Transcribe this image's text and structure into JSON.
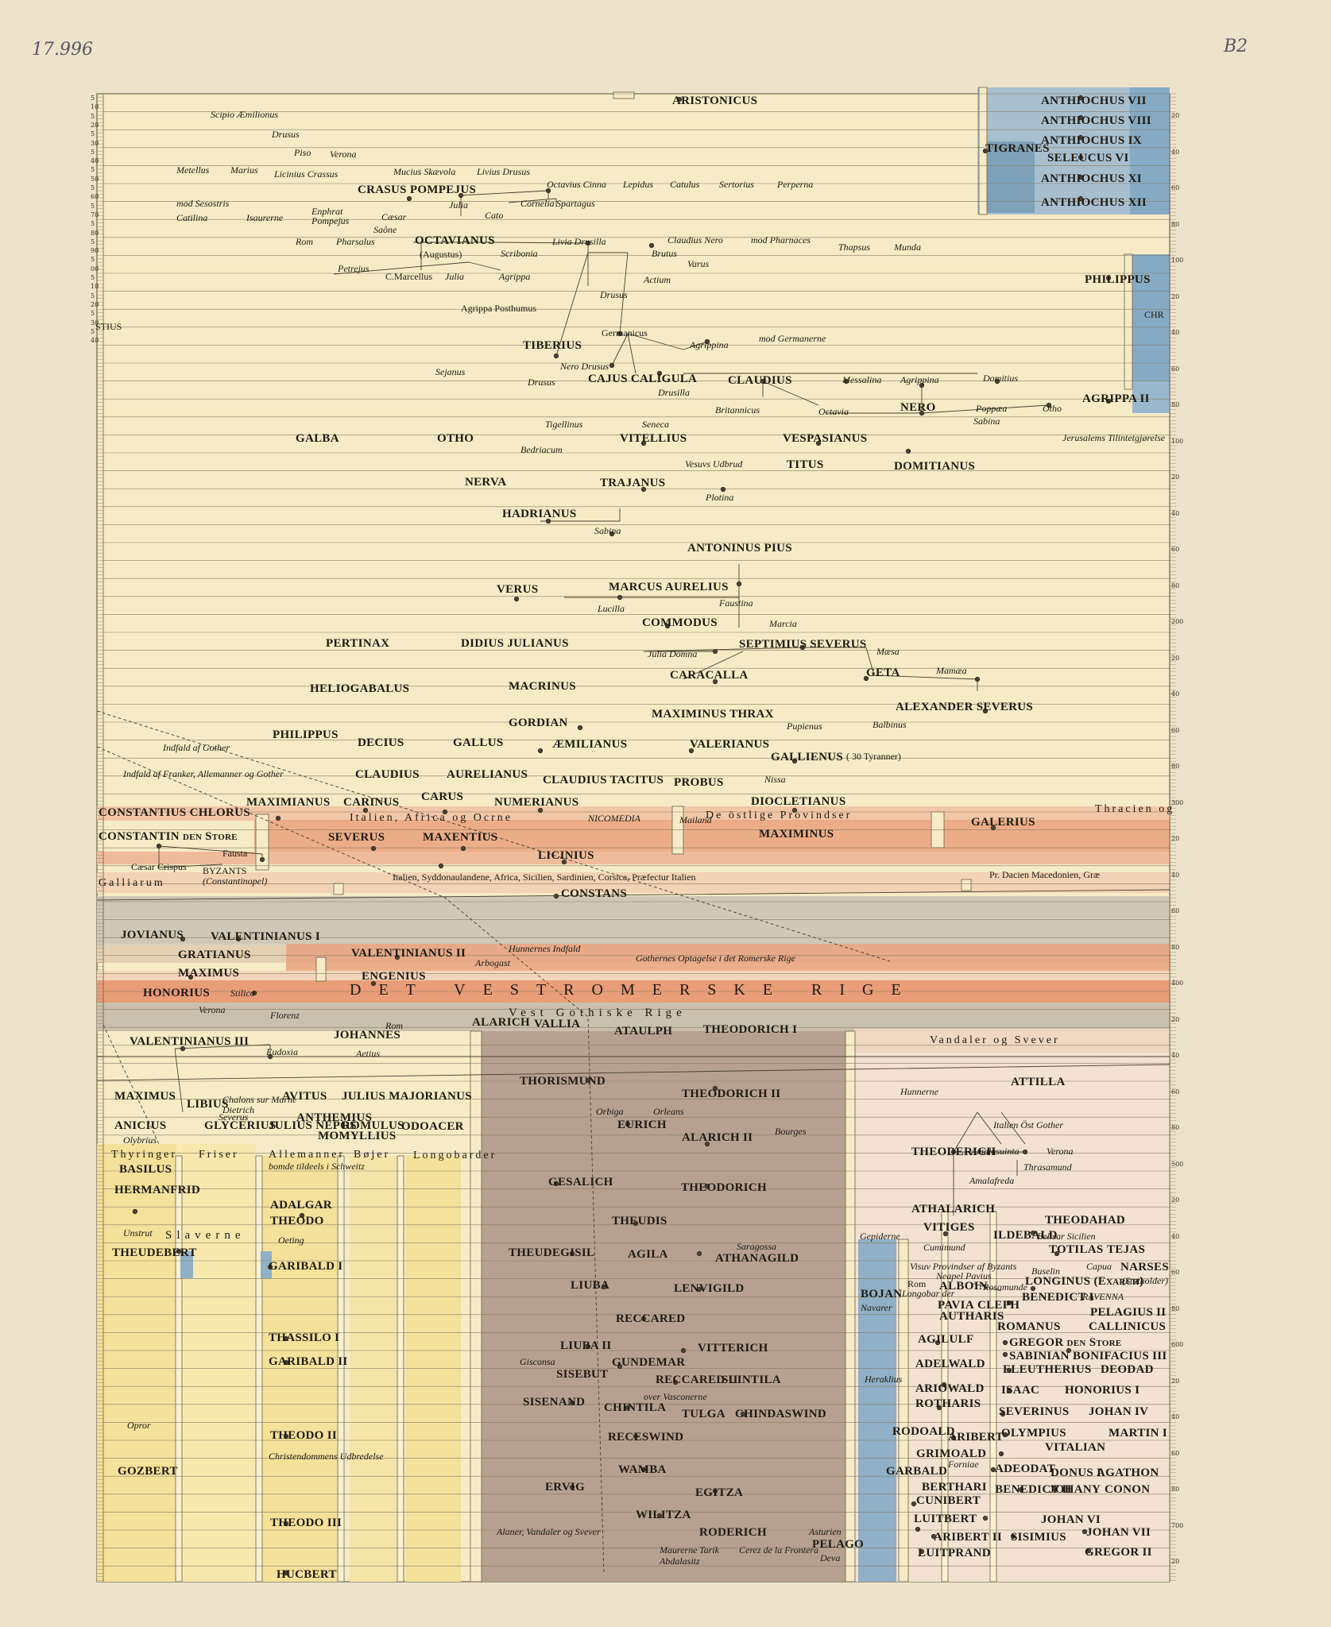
{
  "corner_marks": {
    "left": "17.996",
    "right": "B2"
  },
  "colors": {
    "paper": "#ede3cb",
    "roman": "#f6ebc6",
    "east": "#e9a27c",
    "west_light": "#f2cfae",
    "grey": "#c9c1ad",
    "yellow": "#f4e19a",
    "visigoth": "#b7a090",
    "blue": "#8fb0c6",
    "east_goth": "#f3e2d2",
    "ink": "#1e1a12"
  },
  "labels": {
    "aristonicus": "ARISTONICUS",
    "scipio": "Scipio Æmilionus",
    "drusus_1": "Drusus",
    "piso": "Piso",
    "verona_1": "Verona",
    "metellus": "Metellus",
    "marius": "Marius",
    "licinius_crassus": "Licinius Crassus",
    "mucius": "Mucius Skævola",
    "livius_drusus": "Livius Drusus",
    "crasus_pompejus": "CRASUS POMPEJUS",
    "octavius_cinna": "Octavius Cinna",
    "lepidus": "Lepidus",
    "catulus": "Catulus",
    "sertorius": "Sertorius",
    "perperna": "Perperna",
    "mod_sesostris": "mod Sesostris",
    "catilina": "Catilina",
    "isaurerne": "Isaurerne",
    "enphrat": "Enphrat",
    "pompejus": "Pompejus",
    "julia_1": "Julia",
    "cato": "Cato",
    "cornelia": "Cornelia",
    "spartagus": "Spartagus",
    "caesar": "Cæsar",
    "saone": "Saône",
    "rom_1": "Rom",
    "pharsalus": "Pharsalus",
    "octavianus": "OCTAVIANUS",
    "augustus": "(Augustus)",
    "scribonia": "Scribonia",
    "livia_drusilla": "Livia Drusilla",
    "claudius_nero": "Claudius Nero",
    "mod_pharnaces": "mod Pharnaces",
    "thapsus": "Thapsus",
    "munda": "Munda",
    "brutus": "Brutus",
    "varus": "Varus",
    "petrejus": "Petrejus",
    "c_marcellus": "C.Marcellus",
    "julia_2": "Julia",
    "agrippa": "Agrippa",
    "actium": "Actium",
    "drusus_2": "Drusus",
    "agrippa_posthumus": "Agrippa Posthumus",
    "germanicus": "Germanicus",
    "tiberius": "TIBERIUS",
    "agrippina_1": "Agrippina",
    "mod_germanerne": "mod Germanerne",
    "sejanus": "Sejanus",
    "nero_drusus": "Nero Drusus",
    "drusus_3": "Drusus",
    "cajus_caligula": "CAJUS CALIGULA",
    "drusilla": "Drusilla",
    "claudius": "CLAUDIUS",
    "messalina": "Messalina",
    "agrippina_2": "Agrippina",
    "domitius": "Domitius",
    "britannicus": "Britannicus",
    "octavia": "Octavia",
    "nero": "NERO",
    "poppaea": "Poppæa",
    "sabina_1": "Sabina",
    "otho_1": "Otho",
    "agrippa_ii": "AGRIPPA II",
    "tigellinus": "Tigellinus",
    "seneca": "Seneca",
    "galba": "GALBA",
    "otho_2": "OTHO",
    "bedriacum": "Bedriacum",
    "vitellius": "VITELLIUS",
    "vespasianus": "VESPASIANUS",
    "jerusalem": "Jerusalems Tilintetgjørelse",
    "vesuv": "Vesuvs Udbrud",
    "titus": "TITUS",
    "domitianus": "DOMITIANUS",
    "nerva": "NERVA",
    "trajanus": "TRAJANUS",
    "plotina": "Plotina",
    "hadrianus": "HADRIANUS",
    "sabina_2": "Sabina",
    "antoninus_pius": "ANTONINUS PIUS",
    "verus": "VERUS",
    "marcus_aurelius": "MARCUS AURELIUS",
    "lucilla": "Lucilla",
    "faustina": "Faustina",
    "commodus": "COMMODUS",
    "marcia": "Marcia",
    "pertinax": "PERTINAX",
    "didius": "DIDIUS JULIANUS",
    "julia_domna": "Julia Domna",
    "septimius": "SEPTIMIUS SEVERUS",
    "maesa": "Mæsa",
    "caracalla": "CARACALLA",
    "geta": "GETA",
    "mamaea": "Mamæa",
    "heliogabalus": "HELIOGABALUS",
    "macrinus": "MACRINUS",
    "alexander_severus": "ALEXANDER SEVERUS",
    "gordian": "GORDIAN",
    "maximinus_thrax": "MAXIMINUS THRAX",
    "pupienus": "Pupienus",
    "balbinus": "Balbinus",
    "philippus_1": "PHILIPPUS",
    "decius": "DECIUS",
    "gallus": "GALLUS",
    "aemilianus": "ÆMILIANUS",
    "valerianus": "VALERIANUS",
    "gallienus": "GALLIENUS",
    "tyranner": "( 30 Tyranner)",
    "indfald_gother": "Indfald af Gother",
    "indfald_franker": "Indfald af Franker, Allemanner og Gother",
    "claudius_2": "CLAUDIUS",
    "aurelianus": "AURELIANUS",
    "claudius_tacitus": "CLAUDIUS TACITUS",
    "probus": "PROBUS",
    "nissa": "Nissa",
    "constantius": "CONSTANTIUS CHLORUS",
    "maximianus": "MAXIMIANUS",
    "carinus": "CARINUS",
    "carus": "CARUS",
    "numerianus": "NUMERIANUS",
    "diocletianus": "DIOCLETIANUS",
    "italien_africa": "Italien, Africa og Ocrne",
    "nicomedia": "NICOMEDIA",
    "mailand": "Mailand",
    "ostlige": "De östlige Provindser",
    "thracien": "Thracien og",
    "constantin": "CONSTANTIN den Store",
    "severus": "SEVERUS",
    "maxentius": "MAXENTIUS",
    "maximinus": "MAXIMINUS",
    "galerius": "GALERIUS",
    "fausta": "Fausta",
    "licinius": "LICINIUS",
    "caesar_crispus": "Cæsar Crispus",
    "byzants": "BYZANTS",
    "constantinopel": "(Constantinopel)",
    "galliarum": "Galliarum",
    "italien_syddonau": "Italien, Syddonaulandene, Africa, Sicilien, Sardinien, Corsica, Præfectur Italien",
    "pr_dacien": "Pr. Dacien Macedonien, Græ",
    "constans": "CONSTANS",
    "jovianus": "JOVIANUS",
    "valentinianus_1": "VALENTINIANUS I",
    "gratianus": "GRATIANUS",
    "valentinianus_2": "VALENTINIANUS II",
    "hunnernes_indfald": "Hunnernes Indfald",
    "maximus_1": "MAXIMUS",
    "arbogast": "Arbogast",
    "gothernes": "Gothernes Optagelse i det Romerske Rige",
    "engenius": "ENGENIUS",
    "honorius": "HONORIUS",
    "stilico": "Stilico",
    "vestromerske": "DET VESTROMERSKE RIGE",
    "verona_2": "Verona",
    "florenz": "Florenz",
    "vest_gothiske": "Vest Gothiske Rige",
    "rom_2": "Rom",
    "johannes": "JOHANNES",
    "alarich": "ALARICH",
    "vallia": "VALLIA",
    "ataulph": "ATAULPH",
    "theodorich_i": "THEODORICH I",
    "valentinianus_3": "VALENTINIANUS III",
    "eudoxia": "Eudoxia",
    "aetius": "Aetius",
    "vandaler": "Vandaler og Svever",
    "thorismund": "THORISMUND",
    "theodorich_ii": "THEODORICH II",
    "hunnerne": "Hunnerne",
    "attilla": "ATTILLA",
    "chalons": "Chalons sur Marne",
    "dietrich": "Dietrich",
    "maximus_2": "MAXIMUS",
    "libius": "LIBIUS",
    "severus_2": "Severus",
    "avitus": "AVITUS",
    "julius_majorianus": "JULIUS MAJORIANUS",
    "orbiga": "Orbiga",
    "orleans": "Orleans",
    "eurich": "EURICH",
    "italien_ost": "Italien Öst Gother",
    "anthemius": "ANTHEMIUS",
    "anicius": "ANICIUS",
    "olybrius": "Olybrius",
    "glycerius": "GLYCERIUS",
    "julius_nepos": "JULIUS NEPOS",
    "romulus": "ROMULUS",
    "momyllius": "MOMYLLIUS",
    "odoacer": "ODOACER",
    "bourges": "Bourges",
    "alarich_ii": "ALARICH II",
    "theoderich": "THEODERICH",
    "amalasuinta": "Amalasuinta",
    "verona_3": "Verona",
    "thyringer": "Thyringer",
    "friser": "Friser",
    "allemanner": "Allemanner",
    "bojer": "Bøjer",
    "longobarder": "Longobarder",
    "thrasamund": "Thrasamund",
    "basilus": "BASILUS",
    "bomde": "bomde tildeels i Schweitz",
    "amalafreda": "Amalafreda",
    "hermanfrid": "HERMANFRID",
    "gesalich": "GESALICH",
    "theodorich": "THEODORICH",
    "adalgar": "ADALGAR",
    "athalarich": "ATHALARICH",
    "theodahad": "THEODAHAD",
    "theodo_1": "THEODO",
    "unstrut": "Unstrut",
    "slaverne": "Slaverne",
    "oeting": "Oeting",
    "theudis": "THEUDIS",
    "vitiges": "VITIGES",
    "ildebald": "ILDEBALD",
    "belisar": "Belisar Sicilien",
    "cumimund": "Cumimund",
    "theudebert": "THEUDEBERT",
    "theudegisil": "THEUDEGISIL",
    "agila": "AGILA",
    "saragossa": "Saragossa",
    "athanagild": "ATHANAGILD",
    "gepiderne": "Gepiderne",
    "totilas": "TOTILAS",
    "tejas": "TEJAS",
    "garibald_1": "GARIBALD I",
    "visuv": "Visuv Provindser af Byzants",
    "buselin": "Buselin",
    "capua": "Capua",
    "narses": "NARSES",
    "liuba": "LIUBA",
    "lenvigild": "LENVIGILD",
    "rom_3": "Rom",
    "longobarder_2": "Longobar der",
    "albion": "ALBOIN",
    "neapel": "Neapel Pavius",
    "rosamunde": "Rosamunde",
    "longinus": "LONGINUS (Exarch)",
    "statholder": "(Statholder)",
    "bojan": "BOJAN",
    "navarer": "Navarer",
    "pavia": "PAVIA",
    "cleph": "CLEPH",
    "benedict_1": "BENEDICT I",
    "ravenna": "RAVENNA",
    "autharis": "AUTHARIS",
    "pelagius": "PELAGIUS II",
    "reccared": "RECCARED",
    "romanus": "ROMANUS",
    "callinicus": "CALLINICUS",
    "thassilo": "THASSILO I",
    "agilulf": "AGILULF",
    "gregor": "GREGOR den Store",
    "liuba_ii": "LIUBA II",
    "vitterich": "VITTERICH",
    "sabinian": "SABINIAN",
    "bonifacius": "BONIFACIUS III",
    "garibald_2": "GARIBALD II",
    "gisconsa": "Gisconsa",
    "gundemar": "GUNDEMAR",
    "adelwald": "ADELWALD",
    "eleutherius": "ELEUTHERIUS",
    "deodad": "DEODAD",
    "sisebut": "SISEBUT",
    "reccared_ii": "RECCARED II",
    "suintila": "SUINTILA",
    "heraklius": "Heraklius",
    "ariowald": "ARIOWALD",
    "isaac": "ISAAC",
    "honorius_i": "HONORIUS I",
    "sisenand": "SISENAND",
    "vasconerne": "over Vasconerne",
    "chintila": "CHINTILA",
    "rotharis": "ROTHARIS",
    "tulga": "TULGA",
    "chindaswind": "CHINDASWIND",
    "severinus": "SEVERINUS",
    "johan_iv": "JOHAN IV",
    "opror": "Opror",
    "theodo_ii": "THEODO II",
    "christendom": "Christendommens Udbredelse",
    "olympius": "OLYMPIUS",
    "martin": "MARTIN I",
    "receswind": "RECESWIND",
    "rodoald": "RODOALD",
    "aribert_1": "ARIBERT",
    "vitalian": "VITALIAN",
    "grimoald": "GRIMOALD",
    "gozbert": "GOZBERT",
    "wamba": "WAMBA",
    "garbald": "GARBALD",
    "forniae": "Forniae",
    "adeodat": "ADEODAT",
    "donus": "DONUS I",
    "agathon": "AGATHON",
    "berthari": "BERTHARI",
    "ervig": "ERVIG",
    "egitza": "EGITZA",
    "benedict_ii": "BENEDICT II",
    "johany": "JOHANY",
    "conon": "CONON",
    "cunibert": "CUNIBERT",
    "theodo_iii": "THEODO III",
    "johan_vi": "JOHAN VI",
    "wilitza": "WILITZA",
    "luitbert": "LUITBERT",
    "alaner": "Alaner, Vandaler og Svever",
    "roderich": "RODERICH",
    "asturien": "Asturien",
    "pelago": "PELAGO",
    "johan_vii": "JOHAN VII",
    "aribert_ii": "ARIBERT II",
    "sisimius": "SISIMIUS",
    "maurerne": "Maurerne",
    "tarik": "Tarik",
    "abdalasitz": "Abdalasitz",
    "cerez": "Cerez de la Frontera",
    "deva": "Deva",
    "luitprand": "LUITPRAND",
    "gregor_ii": "GREGOR II",
    "hucbert": "HUCBERT",
    "tigranes": "TIGRANES",
    "anthiochus_vii": "ANTHIOCHUS VII",
    "anthiochus_viii": "ANTHIOCHUS VIII",
    "anthiochus_ix": "ANTHIOCHUS IX",
    "seleucus": "SELEUCUS VI",
    "anthiochus_xi": "ANTHIOCHUS XI",
    "anthiochus_xii": "ANTHIOCHUS XII",
    "philippus_2": "PHILIPPUS",
    "chr": "CHR",
    "stius": "STIUS"
  },
  "scale": {
    "left_digits": [
      "5",
      "10",
      "5",
      "20",
      "5",
      "30",
      "5",
      "40",
      "5",
      "50",
      "5",
      "60",
      "5",
      "70",
      "5",
      "80",
      "5",
      "90",
      "5",
      "00",
      "5",
      "10",
      "5",
      "20",
      "5",
      "30",
      "5",
      "40"
    ],
    "right_numbers": [
      "20",
      "40",
      "60",
      "80",
      "100",
      "20",
      "40",
      "60",
      "80",
      "100",
      "20",
      "40",
      "60",
      "80",
      "200",
      "20",
      "40",
      "60",
      "80",
      "300",
      "20",
      "40",
      "60",
      "80",
      "400",
      "20",
      "40",
      "60",
      "80",
      "500",
      "20",
      "40",
      "60",
      "80",
      "600",
      "20",
      "40",
      "60",
      "80",
      "700",
      "20"
    ]
  }
}
